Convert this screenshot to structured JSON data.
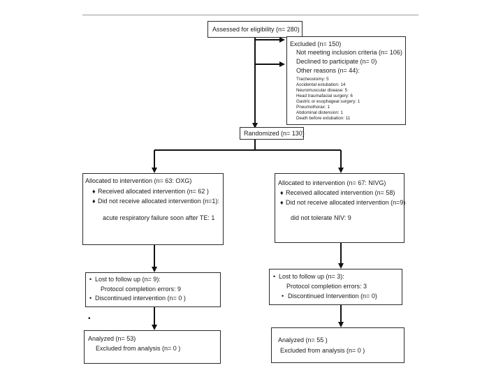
{
  "assessed": "Assessed for eligibility (n= 280)",
  "excluded": {
    "title": "Excluded (n= 150)",
    "items": [
      "Not meeting inclusion criteria (n= 106)",
      "Declined to participate (n= 0)",
      "Other reasons (n= 44):"
    ],
    "reasons": [
      "Tracheostomy: 5",
      "Accidental extubation: 14",
      "Neuromuscular disease: 5",
      "Head traumafacial surgery: 6",
      "Gastric or esophageal surgery: 1",
      "Pneumothorax: 1",
      "Abdominal distension: 1",
      "Death before extubation: 11"
    ]
  },
  "randomized": "Randomized (n= 130)",
  "left": {
    "alloc_title": "Allocated to intervention (n= 63: OXG)",
    "alloc_received": "Received allocated intervention (n= 62 )",
    "alloc_not_received": "Did not receive allocated intervention (n=1):",
    "alloc_reason": "acute respiratory failure soon after TE: 1",
    "lost": "Lost to follow up (n= 9):",
    "protocol": "Protocol completion errors: 9",
    "discontinued": "Discontinued intervention (n= 0 )",
    "analyzed": "Analyzed (n= 53)",
    "excluded_analysis": "Excluded from analysis (n= 0 )"
  },
  "right": {
    "alloc_title": "Allocated to intervention (n= 67: NIVG)",
    "alloc_received": "Received allocated intervention (n= 58)",
    "alloc_not_received": "Did not receive allocated intervention (n=9)",
    "alloc_reason": "did not tolerate NIV: 9",
    "lost": "Lost to follow up (n= 3):",
    "protocol": "Protocol completion errors: 3",
    "discontinued": "Discontinued Intervention (n= 0)",
    "analyzed": "Analyzed (n= 55 )",
    "excluded_analysis": "Excluded from analysis (n= 0 )"
  },
  "bullets": {
    "diamond": "♦",
    "dot": "•"
  },
  "colors": {
    "box_border": "#2a2a2a",
    "connector": "#111111",
    "rule": "#9a9a9a"
  }
}
